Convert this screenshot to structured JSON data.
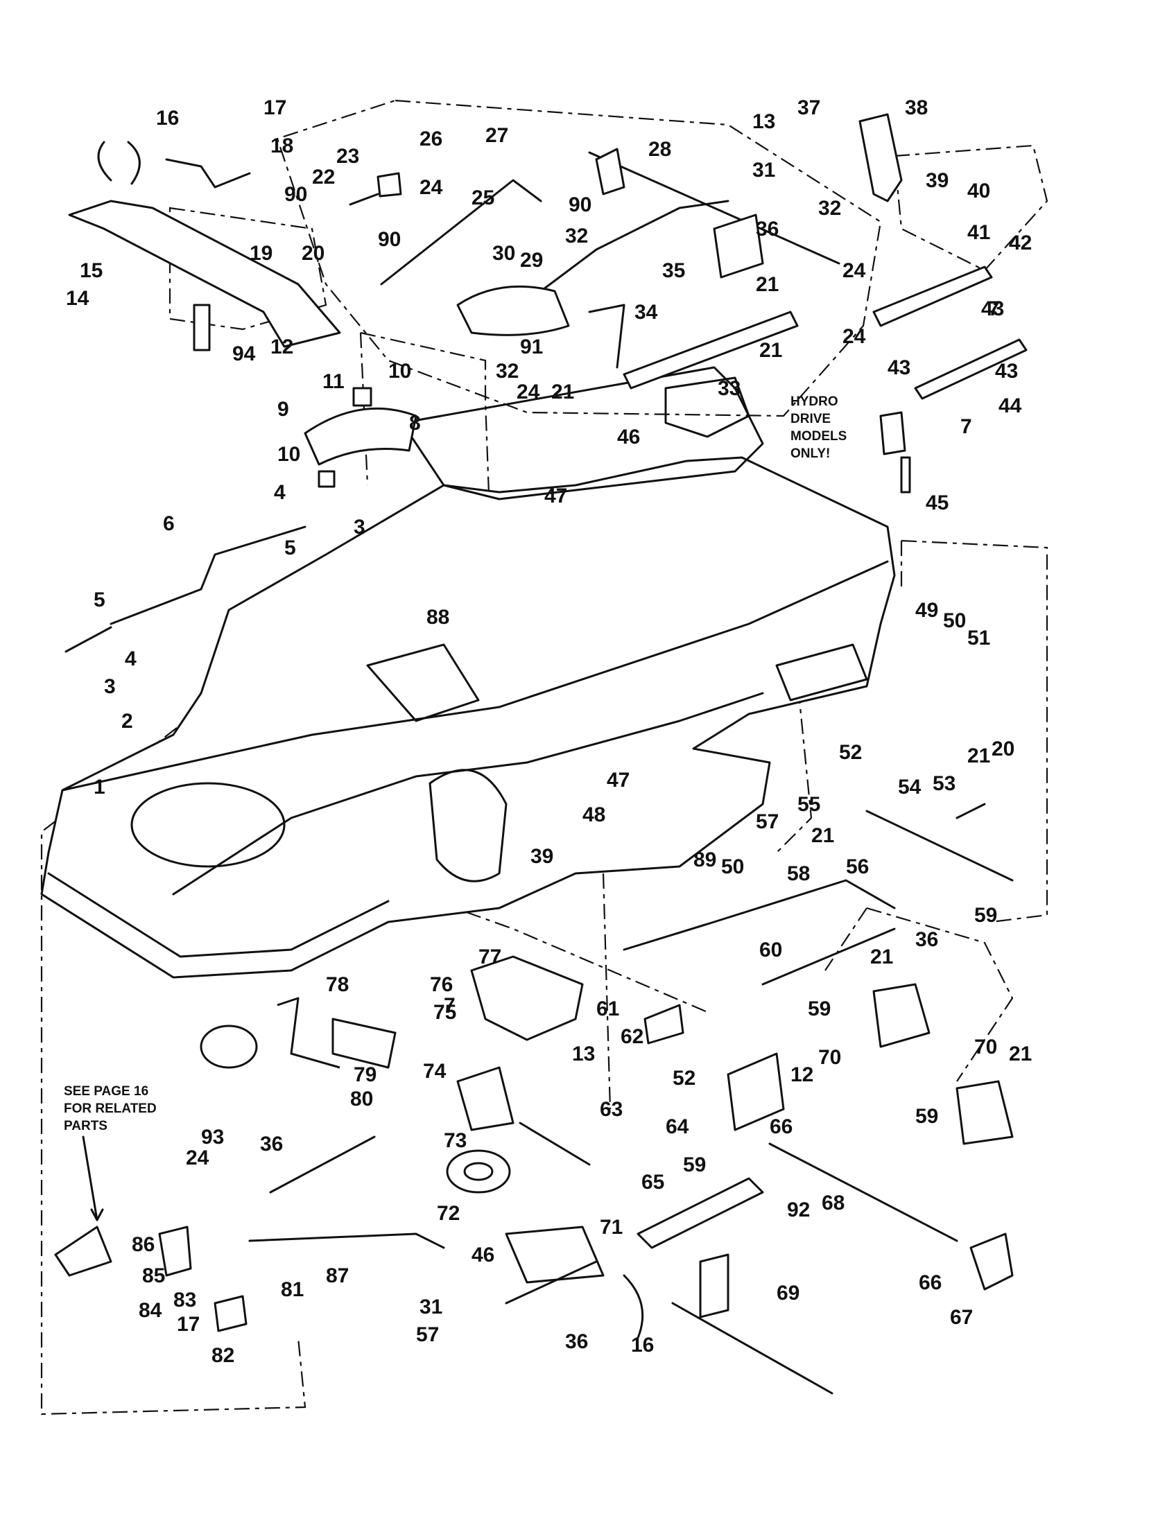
{
  "diagram": {
    "callouts": [
      {
        "id": "1",
        "label": "1"
      },
      {
        "id": "2",
        "label": "2"
      },
      {
        "id": "3a",
        "label": "3"
      },
      {
        "id": "3b",
        "label": "3"
      },
      {
        "id": "4a",
        "label": "4"
      },
      {
        "id": "4b",
        "label": "4"
      },
      {
        "id": "5a",
        "label": "5"
      },
      {
        "id": "5b",
        "label": "5"
      },
      {
        "id": "6",
        "label": "6"
      },
      {
        "id": "7a",
        "label": "7"
      },
      {
        "id": "7b",
        "label": "7"
      },
      {
        "id": "7c",
        "label": "7"
      },
      {
        "id": "8",
        "label": "8"
      },
      {
        "id": "9",
        "label": "9"
      },
      {
        "id": "10a",
        "label": "10"
      },
      {
        "id": "10b",
        "label": "10"
      },
      {
        "id": "11",
        "label": "11"
      },
      {
        "id": "12a",
        "label": "12"
      },
      {
        "id": "12b",
        "label": "12"
      },
      {
        "id": "13a",
        "label": "13"
      },
      {
        "id": "13b",
        "label": "13"
      },
      {
        "id": "14",
        "label": "14"
      },
      {
        "id": "15",
        "label": "15"
      },
      {
        "id": "16a",
        "label": "16"
      },
      {
        "id": "16b",
        "label": "16"
      },
      {
        "id": "17a",
        "label": "17"
      },
      {
        "id": "17b",
        "label": "17"
      },
      {
        "id": "18",
        "label": "18"
      },
      {
        "id": "19",
        "label": "19"
      },
      {
        "id": "20a",
        "label": "20"
      },
      {
        "id": "20b",
        "label": "20"
      },
      {
        "id": "21a",
        "label": "21"
      },
      {
        "id": "21b",
        "label": "21"
      },
      {
        "id": "21c",
        "label": "21"
      },
      {
        "id": "21d",
        "label": "21"
      },
      {
        "id": "21e",
        "label": "21"
      },
      {
        "id": "21f",
        "label": "21"
      },
      {
        "id": "21g",
        "label": "21"
      },
      {
        "id": "22",
        "label": "22"
      },
      {
        "id": "23",
        "label": "23"
      },
      {
        "id": "24a",
        "label": "24"
      },
      {
        "id": "24b",
        "label": "24"
      },
      {
        "id": "24c",
        "label": "24"
      },
      {
        "id": "24d",
        "label": "24"
      },
      {
        "id": "24e",
        "label": "24"
      },
      {
        "id": "25",
        "label": "25"
      },
      {
        "id": "26",
        "label": "26"
      },
      {
        "id": "27",
        "label": "27"
      },
      {
        "id": "28",
        "label": "28"
      },
      {
        "id": "29",
        "label": "29"
      },
      {
        "id": "30",
        "label": "30"
      },
      {
        "id": "31a",
        "label": "31"
      },
      {
        "id": "31b",
        "label": "31"
      },
      {
        "id": "32a",
        "label": "32"
      },
      {
        "id": "32b",
        "label": "32"
      },
      {
        "id": "32c",
        "label": "32"
      },
      {
        "id": "33",
        "label": "33"
      },
      {
        "id": "34",
        "label": "34"
      },
      {
        "id": "35",
        "label": "35"
      },
      {
        "id": "36a",
        "label": "36"
      },
      {
        "id": "36b",
        "label": "36"
      },
      {
        "id": "36c",
        "label": "36"
      },
      {
        "id": "36d",
        "label": "36"
      },
      {
        "id": "37",
        "label": "37"
      },
      {
        "id": "38",
        "label": "38"
      },
      {
        "id": "39a",
        "label": "39"
      },
      {
        "id": "39b",
        "label": "39"
      },
      {
        "id": "40",
        "label": "40"
      },
      {
        "id": "41",
        "label": "41"
      },
      {
        "id": "42",
        "label": "42"
      },
      {
        "id": "43a",
        "label": "43"
      },
      {
        "id": "43b",
        "label": "43"
      },
      {
        "id": "43c",
        "label": "43"
      },
      {
        "id": "44",
        "label": "44"
      },
      {
        "id": "45",
        "label": "45"
      },
      {
        "id": "46a",
        "label": "46"
      },
      {
        "id": "46b",
        "label": "46"
      },
      {
        "id": "47a",
        "label": "47"
      },
      {
        "id": "47b",
        "label": "47"
      },
      {
        "id": "48",
        "label": "48"
      },
      {
        "id": "49",
        "label": "49"
      },
      {
        "id": "50a",
        "label": "50"
      },
      {
        "id": "50b",
        "label": "50"
      },
      {
        "id": "51",
        "label": "51"
      },
      {
        "id": "52a",
        "label": "52"
      },
      {
        "id": "52b",
        "label": "52"
      },
      {
        "id": "53",
        "label": "53"
      },
      {
        "id": "54",
        "label": "54"
      },
      {
        "id": "55",
        "label": "55"
      },
      {
        "id": "56",
        "label": "56"
      },
      {
        "id": "57a",
        "label": "57"
      },
      {
        "id": "57b",
        "label": "57"
      },
      {
        "id": "58",
        "label": "58"
      },
      {
        "id": "59a",
        "label": "59"
      },
      {
        "id": "59b",
        "label": "59"
      },
      {
        "id": "59c",
        "label": "59"
      },
      {
        "id": "59d",
        "label": "59"
      },
      {
        "id": "60",
        "label": "60"
      },
      {
        "id": "61",
        "label": "61"
      },
      {
        "id": "62",
        "label": "62"
      },
      {
        "id": "63",
        "label": "63"
      },
      {
        "id": "64",
        "label": "64"
      },
      {
        "id": "65",
        "label": "65"
      },
      {
        "id": "66a",
        "label": "66"
      },
      {
        "id": "66b",
        "label": "66"
      },
      {
        "id": "67",
        "label": "67"
      },
      {
        "id": "68",
        "label": "68"
      },
      {
        "id": "69",
        "label": "69"
      },
      {
        "id": "70a",
        "label": "70"
      },
      {
        "id": "70b",
        "label": "70"
      },
      {
        "id": "71",
        "label": "71"
      },
      {
        "id": "72",
        "label": "72"
      },
      {
        "id": "73",
        "label": "73"
      },
      {
        "id": "74",
        "label": "74"
      },
      {
        "id": "75",
        "label": "75"
      },
      {
        "id": "76",
        "label": "76"
      },
      {
        "id": "77",
        "label": "77"
      },
      {
        "id": "78",
        "label": "78"
      },
      {
        "id": "79",
        "label": "79"
      },
      {
        "id": "80",
        "label": "80"
      },
      {
        "id": "81",
        "label": "81"
      },
      {
        "id": "82",
        "label": "82"
      },
      {
        "id": "83",
        "label": "83"
      },
      {
        "id": "84",
        "label": "84"
      },
      {
        "id": "85",
        "label": "85"
      },
      {
        "id": "86",
        "label": "86"
      },
      {
        "id": "87",
        "label": "87"
      },
      {
        "id": "88",
        "label": "88"
      },
      {
        "id": "89",
        "label": "89"
      },
      {
        "id": "90a",
        "label": "90"
      },
      {
        "id": "90b",
        "label": "90"
      },
      {
        "id": "90c",
        "label": "90"
      },
      {
        "id": "91",
        "label": "91"
      },
      {
        "id": "92",
        "label": "92"
      },
      {
        "id": "93",
        "label": "93"
      },
      {
        "id": "94",
        "label": "94"
      }
    ],
    "notes": {
      "hydro": [
        "HYDRO",
        "DRIVE",
        "MODELS",
        "ONLY!"
      ],
      "see_page": [
        "SEE PAGE 16",
        "FOR RELATED",
        "PARTS"
      ]
    }
  }
}
